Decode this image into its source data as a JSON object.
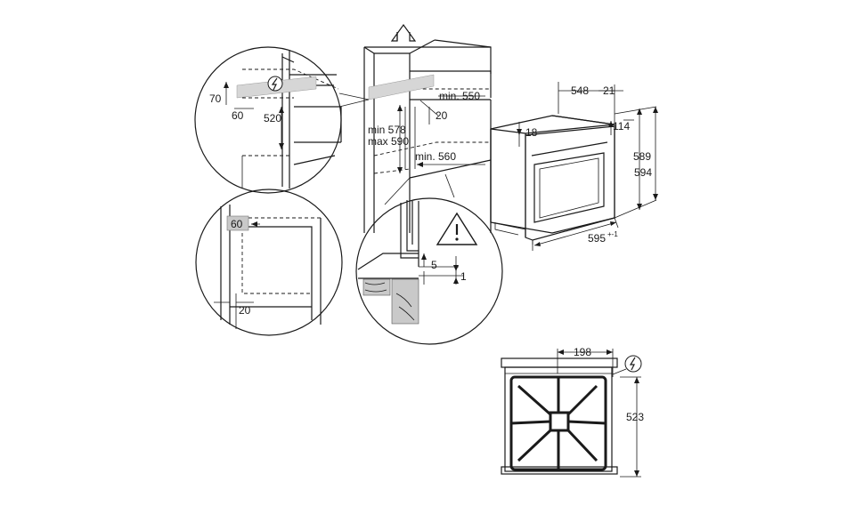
{
  "dimensions": {
    "gap_top": "70",
    "gap_depth": "60",
    "cabinet_height_520": "520",
    "niche_min_height": "min 578",
    "niche_max_height": "max 590",
    "gap_20_top": "20",
    "niche_min_depth": "min. 550",
    "niche_min_width": "min. 560",
    "oven_depth": "548",
    "door_thickness": "21",
    "panel_114": "114",
    "panel_18": "18",
    "oven_height": "589",
    "front_height": "594",
    "oven_width": "595",
    "oven_width_tolerance": "+-1",
    "vent_gap": "60",
    "bottom_gap": "20",
    "offset_5": "5",
    "offset_1": "1",
    "top_offset": "198",
    "cutout_depth": "523"
  },
  "colors": {
    "line": "#1a1a1a",
    "shade": "#c9c9c9"
  },
  "icons": [
    "electric-plug-icon",
    "warning-icon",
    "up-arrow-icon"
  ]
}
